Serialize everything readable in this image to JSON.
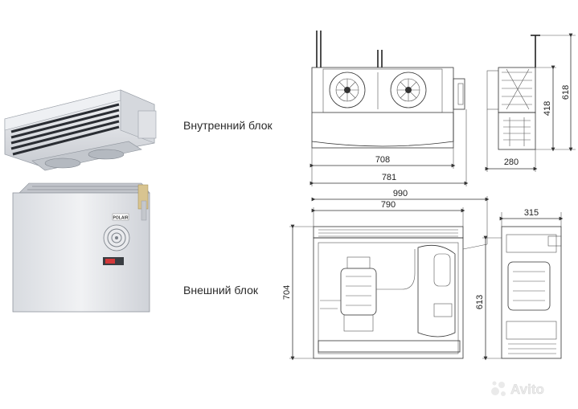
{
  "labels": {
    "indoor_unit": "Внутренний блок",
    "outdoor_unit": "Внешний блок"
  },
  "product": {
    "brand_badge": "POLAIR"
  },
  "dimensions": {
    "indoor_width_inner": "708",
    "indoor_width_total": "781",
    "indoor_depth": "280",
    "indoor_height_body": "418",
    "indoor_height_total": "618",
    "outdoor_width_total": "990",
    "outdoor_width_body": "790",
    "outdoor_depth": "315",
    "outdoor_height_total": "704",
    "outdoor_height_body": "613"
  },
  "watermark": {
    "text": "Avito"
  },
  "colors": {
    "line": "#333333",
    "unit_body": "#e4e6ea",
    "watermark": "#ffffff"
  }
}
